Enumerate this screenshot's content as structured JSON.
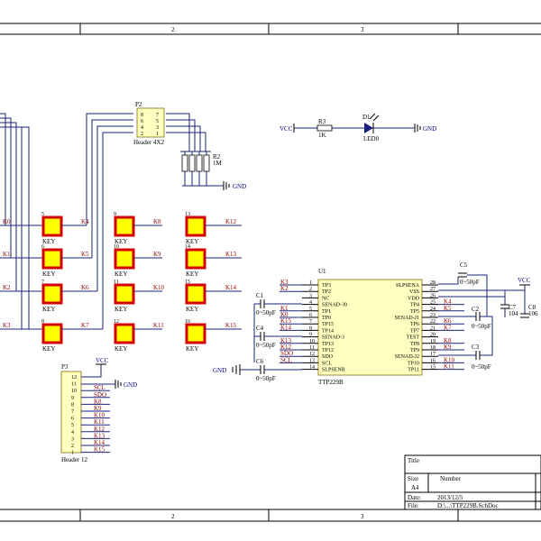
{
  "border": {
    "columns": [
      "2",
      "3"
    ]
  },
  "header_p2": {
    "ref": "P2",
    "name": "Header 4X2",
    "pins_left": [
      "8",
      "6",
      "4",
      "2"
    ],
    "pins_right": [
      "7",
      "5",
      "3",
      "1"
    ]
  },
  "resistor_pack": {
    "ref": "R2",
    "value": "1M",
    "gnd": "GND"
  },
  "led_circuit": {
    "vcc": "VCC",
    "r_ref": "R3",
    "r_value": "1K",
    "led_ref": "D1",
    "led_name": "LED0",
    "gnd": "GND"
  },
  "keys": [
    {
      "num": "5",
      "label": "KEY",
      "net": "K4"
    },
    {
      "num": "9",
      "label": "KEY",
      "net": "K8"
    },
    {
      "num": "13",
      "label": "KEY",
      "net": "K12"
    },
    {
      "num": "6",
      "label": "KEY",
      "net": "K5"
    },
    {
      "num": "10",
      "label": "KEY",
      "net": "K9"
    },
    {
      "num": "14",
      "label": "KEY",
      "net": "K13"
    },
    {
      "num": "7",
      "label": "KEY",
      "net": "K6"
    },
    {
      "num": "11",
      "label": "KEY",
      "net": "K10"
    },
    {
      "num": "15",
      "label": "KEY",
      "net": "K14"
    },
    {
      "num": "8",
      "label": "KEY",
      "net": "K7"
    },
    {
      "num": "12",
      "label": "KEY",
      "net": "K11"
    },
    {
      "num": "16",
      "label": "KEY",
      "net": "K15"
    }
  ],
  "left_nets": [
    "K0",
    "K1",
    "K2",
    "K3"
  ],
  "ic": {
    "ref": "U1",
    "name": "TTP229B",
    "left_pins": [
      {
        "num": "1",
        "name": "TP3",
        "net": "K3"
      },
      {
        "num": "2",
        "name": "TP2",
        "net": "K2"
      },
      {
        "num": "3",
        "name": "NC",
        "net": ""
      },
      {
        "num": "4",
        "name": "SENAD-30",
        "net": ""
      },
      {
        "num": "5",
        "name": "TP1",
        "net": "K1"
      },
      {
        "num": "6",
        "name": "TP0",
        "net": "K0"
      },
      {
        "num": "7",
        "name": "TP15",
        "net": "K15"
      },
      {
        "num": "8",
        "name": "TP14",
        "net": "K14"
      },
      {
        "num": "9",
        "name": "SENAD-3",
        "net": ""
      },
      {
        "num": "10",
        "name": "TP13",
        "net": "K13"
      },
      {
        "num": "11",
        "name": "TP12",
        "net": "K12"
      },
      {
        "num": "12",
        "name": "SDO",
        "net": "SDO"
      },
      {
        "num": "13",
        "name": "SCL",
        "net": "SCL"
      },
      {
        "num": "14",
        "name": "SLPSENB",
        "net": ""
      }
    ],
    "right_pins": [
      {
        "num": "28",
        "name": "SLPSENA",
        "net": ""
      },
      {
        "num": "27",
        "name": "VSS",
        "net": ""
      },
      {
        "num": "26",
        "name": "VDD",
        "net": ""
      },
      {
        "num": "25",
        "name": "TP4",
        "net": "K4"
      },
      {
        "num": "24",
        "name": "TP5",
        "net": "K5"
      },
      {
        "num": "23",
        "name": "SENAD-J1",
        "net": ""
      },
      {
        "num": "22",
        "name": "TP6",
        "net": "K6"
      },
      {
        "num": "21",
        "name": "TP7",
        "net": "K7"
      },
      {
        "num": "20",
        "name": "TEST",
        "net": ""
      },
      {
        "num": "19",
        "name": "TP8",
        "net": "K8"
      },
      {
        "num": "18",
        "name": "TP9",
        "net": "K9"
      },
      {
        "num": "17",
        "name": "SENAD-J2",
        "net": ""
      },
      {
        "num": "16",
        "name": "TP10",
        "net": "K10"
      },
      {
        "num": "15",
        "name": "TP11",
        "net": "K11"
      }
    ]
  },
  "caps": {
    "c1": {
      "ref": "C1",
      "value": "0~50pF"
    },
    "c4": {
      "ref": "C4",
      "value": "0~50pF"
    },
    "c6": {
      "ref": "C6",
      "value": "0~50pF"
    },
    "c5": {
      "ref": "C5",
      "value": "0~50pF"
    },
    "c2": {
      "ref": "C2",
      "value": "0~50pF"
    },
    "c3": {
      "ref": "C3",
      "value": "0~50pF"
    },
    "c7": {
      "ref": "C7",
      "value": "104"
    },
    "c8": {
      "ref": "C8",
      "value": "106"
    }
  },
  "ic_gnd": "GND",
  "ic_vcc": "VCC",
  "header_p3": {
    "ref": "P3",
    "name": "Header 12",
    "vcc": "VCC",
    "gnd": "GND",
    "pins": [
      {
        "num": "12",
        "net": ""
      },
      {
        "num": "11",
        "net": ""
      },
      {
        "num": "10",
        "net": "SCL"
      },
      {
        "num": "9",
        "net": "SDO"
      },
      {
        "num": "8",
        "net": "K8"
      },
      {
        "num": "7",
        "net": "K9"
      },
      {
        "num": "6",
        "net": "K10"
      },
      {
        "num": "5",
        "net": "K11"
      },
      {
        "num": "4",
        "net": "K12"
      },
      {
        "num": "3",
        "net": "K13"
      },
      {
        "num": "2",
        "net": "K14"
      },
      {
        "num": "1",
        "net": "K15"
      }
    ]
  },
  "title_block": {
    "title_label": "Title",
    "size_label": "Size",
    "size_value": "A4",
    "number_label": "Number",
    "date_label": "Date:",
    "date_value": "2013/12/5",
    "file_label": "File:",
    "file_value": "D:\\...\\TTP229B.SchDoc"
  }
}
